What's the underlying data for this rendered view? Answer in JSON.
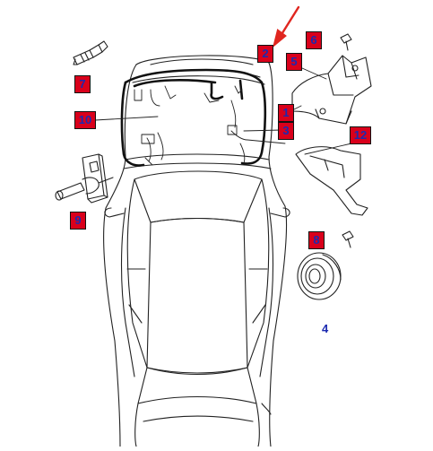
{
  "callouts": [
    {
      "id": "c2",
      "label": "2"
    },
    {
      "id": "c6",
      "label": "6"
    },
    {
      "id": "c5",
      "label": "5"
    },
    {
      "id": "c7",
      "label": "7"
    },
    {
      "id": "c10",
      "label": "10"
    },
    {
      "id": "c1",
      "label": "1"
    },
    {
      "id": "c3",
      "label": "3"
    },
    {
      "id": "c12",
      "label": "12"
    },
    {
      "id": "c9",
      "label": "9"
    },
    {
      "id": "c8",
      "label": "8"
    }
  ],
  "plain_label": "4",
  "colors": {
    "callout_fill": "#d9001b",
    "callout_text": "#1c2ab0",
    "arrow": "#e0261f",
    "line": "#222222",
    "harness": "#111111"
  },
  "icons": [
    "pointer-arrow-icon",
    "vehicle-outline",
    "wiring-harness",
    "grommet-icon",
    "bolt-icon",
    "connector-icon",
    "bracket-icon",
    "mounting-plate-icon"
  ]
}
